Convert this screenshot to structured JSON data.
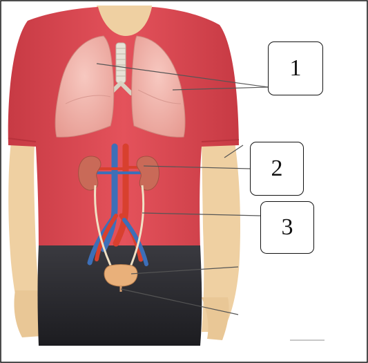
{
  "diagram": {
    "labels": [
      {
        "id": "1",
        "text": "1"
      },
      {
        "id": "2",
        "text": "2"
      },
      {
        "id": "3",
        "text": "3"
      }
    ],
    "colors": {
      "shirt": "#e0454f",
      "shirt_shade": "#c23540",
      "skin": "#f0d3a6",
      "pants": "#2a2a2e",
      "lung": "#f2b3ab",
      "kidney": "#c96a58",
      "artery": "#d8402e",
      "vein": "#3d6fb8",
      "bladder": "#e9b07a"
    }
  }
}
